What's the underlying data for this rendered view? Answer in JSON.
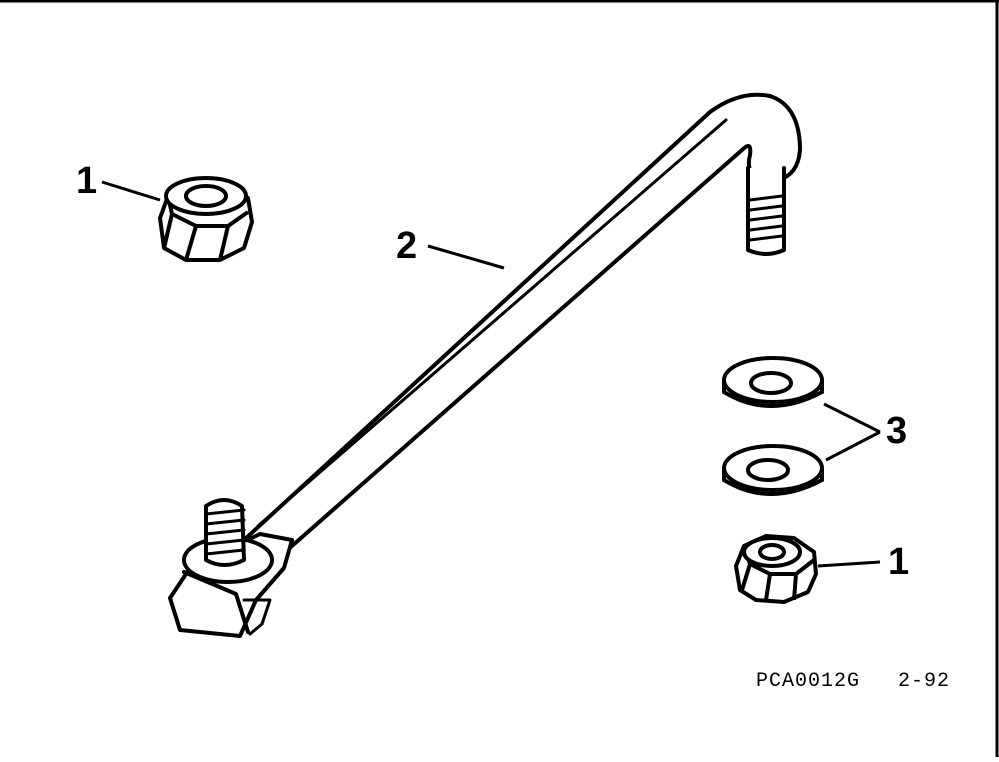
{
  "figure": {
    "callouts": {
      "nut_upper": "1",
      "rod": "2",
      "washers": "3",
      "nut_lower": "1"
    },
    "part_code": "PCA0012G",
    "page_ref": "2-92"
  }
}
